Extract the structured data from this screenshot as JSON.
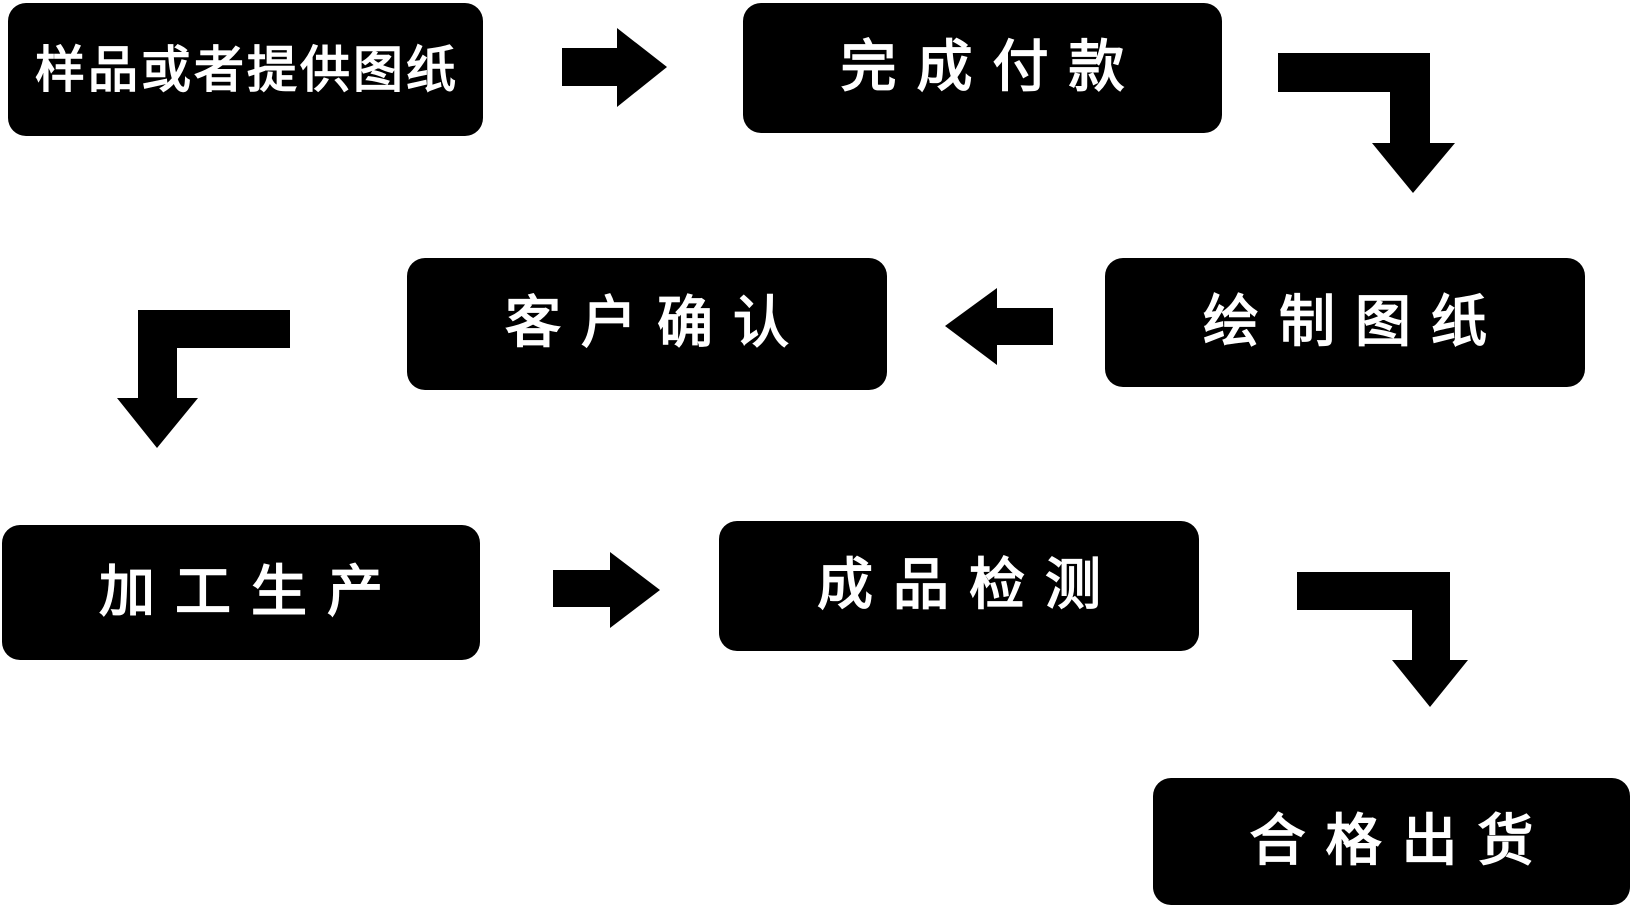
{
  "diagram": {
    "type": "flowchart",
    "background_color": "#ffffff",
    "node_fill_color": "#000000",
    "node_text_color": "#ffffff",
    "arrow_color": "#000000",
    "nodes": [
      {
        "id": "sample-or-provide-drawings",
        "label": "样品或者提供图纸"
      },
      {
        "id": "complete-payment",
        "label": "完成付款"
      },
      {
        "id": "draw-drawings",
        "label": "绘制图纸"
      },
      {
        "id": "customer-confirmation",
        "label": "客户确认"
      },
      {
        "id": "processing-production",
        "label": "加工生产"
      },
      {
        "id": "finished-product-inspection",
        "label": "成品检测"
      },
      {
        "id": "qualified-shipment",
        "label": "合格出货"
      }
    ],
    "edges": [
      {
        "from": "样品或者提供图纸",
        "to": "完成付款",
        "style": "straight-right"
      },
      {
        "from": "完成付款",
        "to": "绘制图纸",
        "style": "elbow-right-down"
      },
      {
        "from": "绘制图纸",
        "to": "客户确认",
        "style": "straight-left"
      },
      {
        "from": "客户确认",
        "to": "加工生产",
        "style": "elbow-left-down"
      },
      {
        "from": "加工生产",
        "to": "成品检测",
        "style": "straight-right"
      },
      {
        "from": "成品检测",
        "to": "合格出货",
        "style": "elbow-right-down"
      }
    ]
  }
}
